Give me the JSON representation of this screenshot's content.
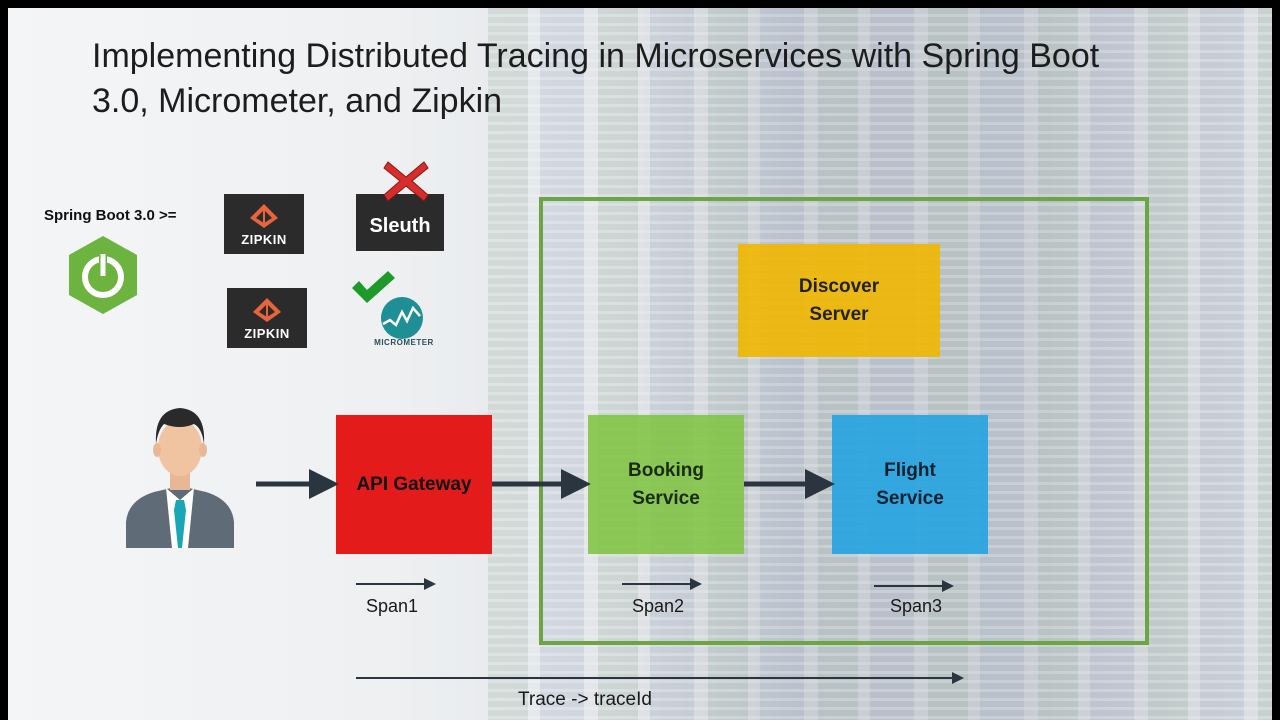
{
  "title": "Implementing Distributed Tracing in Microservices with Spring Boot 3.0, Micrometer, and Zipkin",
  "spring_boot": {
    "label": "Spring Boot 3.0 >=",
    "icon": "spring-power-icon",
    "color": "#6db33f"
  },
  "logos": {
    "zipkin_top": "ZIPKIN",
    "zipkin_bottom": "ZIPKIN",
    "sleuth": "Sleuth",
    "sleuth_status": "x-mark-icon",
    "micrometer": "MICROMETER",
    "micrometer_status": "check-mark-icon"
  },
  "services": {
    "api_gateway": "API Gateway",
    "booking_line1": "Booking",
    "booking_line2": "Service",
    "flight_line1": "Flight",
    "flight_line2": "Service",
    "discover_line1": "Discover",
    "discover_line2": "Server"
  },
  "spans": [
    "Span1",
    "Span2",
    "Span3"
  ],
  "trace": "Trace -> traceId",
  "colors": {
    "api_gateway": "#e31b1b",
    "booking": "#7ec43f",
    "flight": "#24a3e0",
    "discover": "#f0b600",
    "frame": "#6ca544",
    "arrow": "#2b3540"
  }
}
